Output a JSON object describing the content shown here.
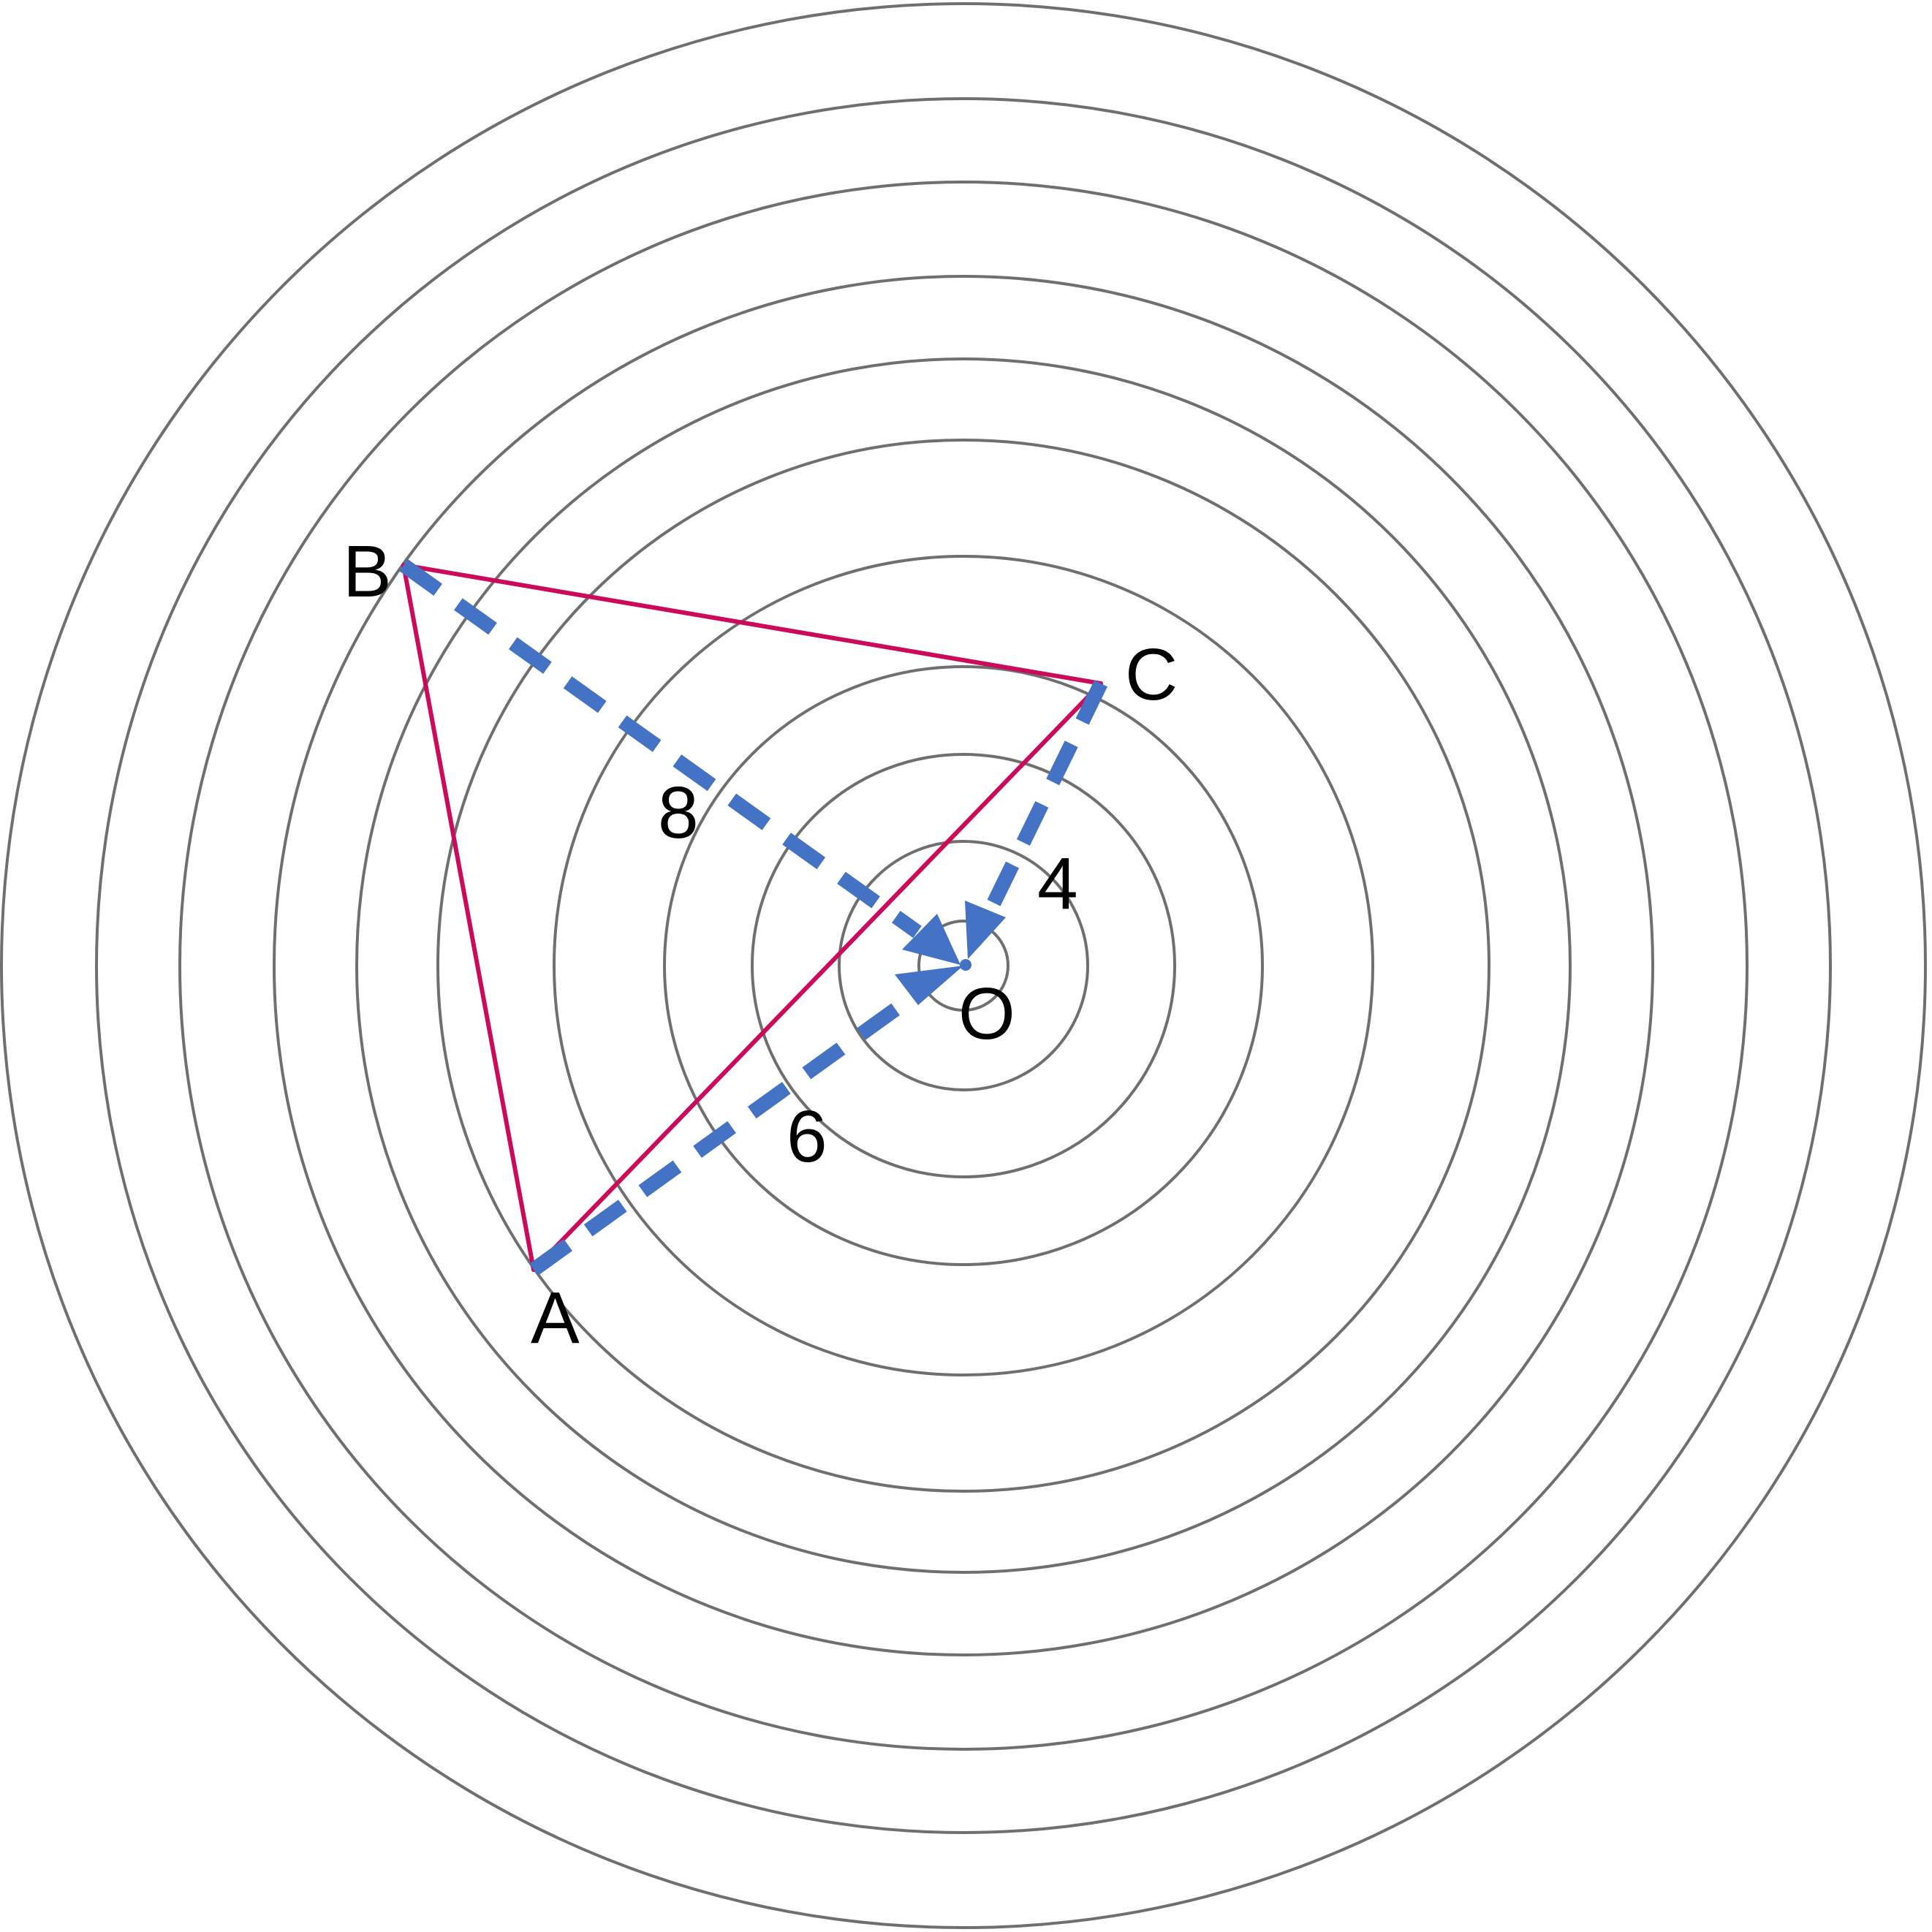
{
  "points": {
    "A": {
      "label": "A"
    },
    "B": {
      "label": "B"
    },
    "C": {
      "label": "C"
    },
    "O": {
      "label": "O"
    }
  },
  "distances": [
    {
      "from": "B",
      "to": "O",
      "label": "8"
    },
    {
      "from": "C",
      "to": "O",
      "label": "4"
    },
    {
      "from": "A",
      "to": "O",
      "label": "6"
    }
  ],
  "colors": {
    "rings": "#6f6f6f",
    "triangle": "#cc0a5c",
    "distance_arrows": "#4472c4",
    "text": "#000000"
  }
}
